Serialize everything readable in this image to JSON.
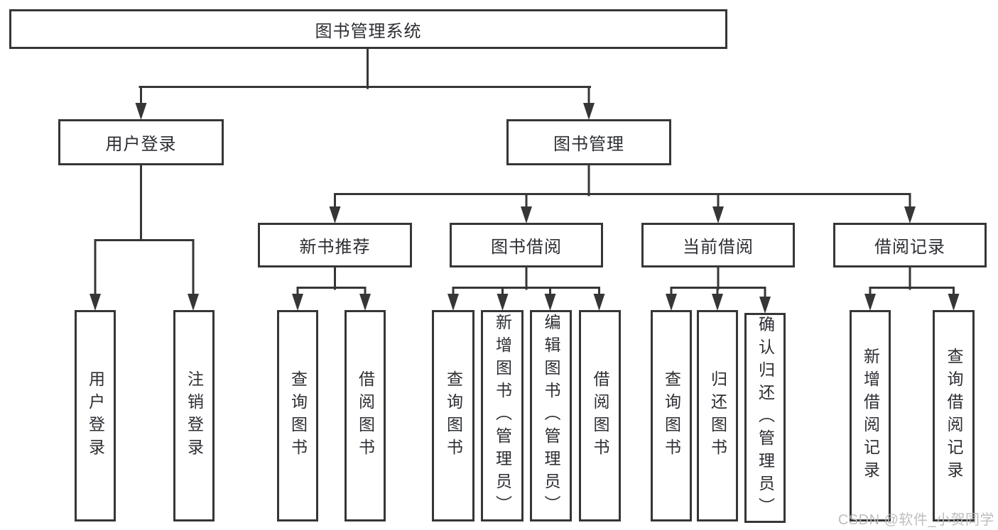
{
  "diagram": {
    "tree": {
      "root": {
        "label": "图书管理系统",
        "children": [
          {
            "label": "用户登录",
            "children": [
              {
                "label": "用户登录"
              },
              {
                "label": "注销登录"
              }
            ]
          },
          {
            "label": "图书管理",
            "children": [
              {
                "label": "新书推荐",
                "children": [
                  {
                    "label": "查询图书"
                  },
                  {
                    "label": "借阅图书"
                  }
                ]
              },
              {
                "label": "图书借阅",
                "children": [
                  {
                    "label": "查询图书"
                  },
                  {
                    "label": "新增图书（管理员）"
                  },
                  {
                    "label": "编辑图书（管理员）"
                  },
                  {
                    "label": "借阅图书"
                  }
                ]
              },
              {
                "label": "当前借阅",
                "children": [
                  {
                    "label": "查询图书"
                  },
                  {
                    "label": "归还图书"
                  },
                  {
                    "label": "确认归还（管理员）"
                  }
                ]
              },
              {
                "label": "借阅记录",
                "children": [
                  {
                    "label": "新增借阅记录"
                  },
                  {
                    "label": "查询借阅记录"
                  }
                ]
              }
            ]
          }
        ]
      }
    },
    "colors": {
      "line": "#363636",
      "text": "#2c2e33",
      "background": "#ffffff",
      "watermark": "#b9b9b9"
    }
  },
  "watermark": {
    "text": "CSDN @软件_小贺同学"
  }
}
